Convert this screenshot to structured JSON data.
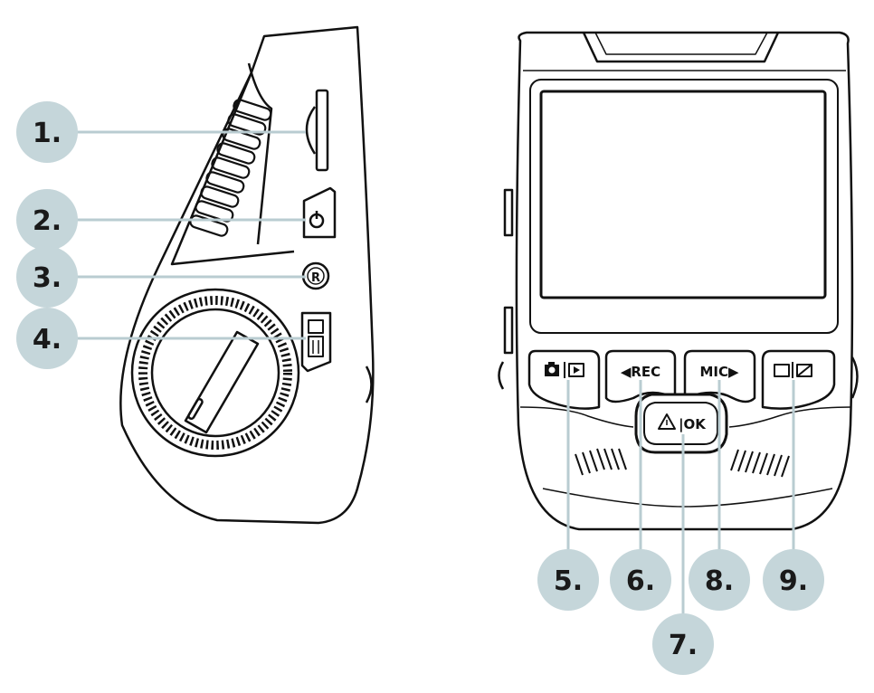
{
  "callouts": [
    {
      "id": "1",
      "label": "1."
    },
    {
      "id": "2",
      "label": "2."
    },
    {
      "id": "3",
      "label": "3."
    },
    {
      "id": "4",
      "label": "4."
    },
    {
      "id": "5",
      "label": "5."
    },
    {
      "id": "6",
      "label": "6."
    },
    {
      "id": "7",
      "label": "7."
    },
    {
      "id": "8",
      "label": "8."
    },
    {
      "id": "9",
      "label": "9."
    }
  ],
  "front_buttons": {
    "rec_label": "◀REC",
    "mic_label": "MIC▶",
    "ok_label": "|OK"
  },
  "side_labels": {
    "reset_label": "R"
  },
  "colors": {
    "callout_fill": "#c5d6da",
    "leader_line": "#b9ccd1",
    "outline": "#111111"
  }
}
